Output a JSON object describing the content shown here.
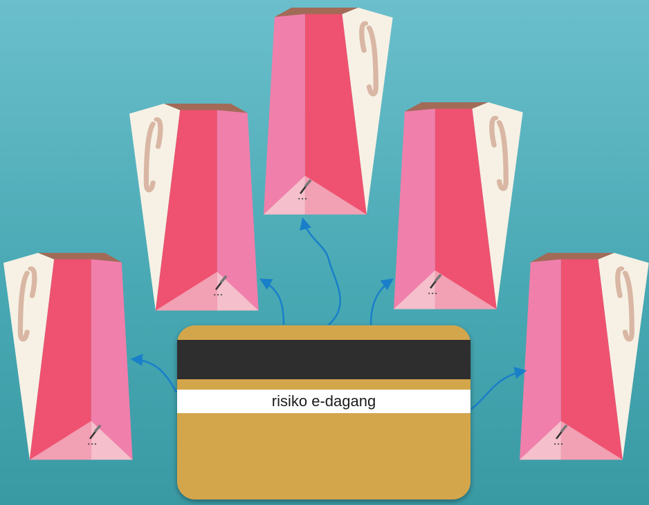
{
  "card": {
    "label": "risiko e-dagang",
    "colors": {
      "body": "#d4a64b",
      "stripe": "#2e2e2e",
      "band": "#ffffff"
    }
  },
  "bags": {
    "count": 5,
    "colors": {
      "front_light": "#f07fab",
      "front_dark": "#ef5270",
      "side": "#f7f1e5",
      "top": "#a26b58",
      "handle": "#d9b7a4"
    },
    "icon": "pen-nib-icon"
  },
  "arrows": {
    "count": 5,
    "color": "#1a7fc9"
  }
}
